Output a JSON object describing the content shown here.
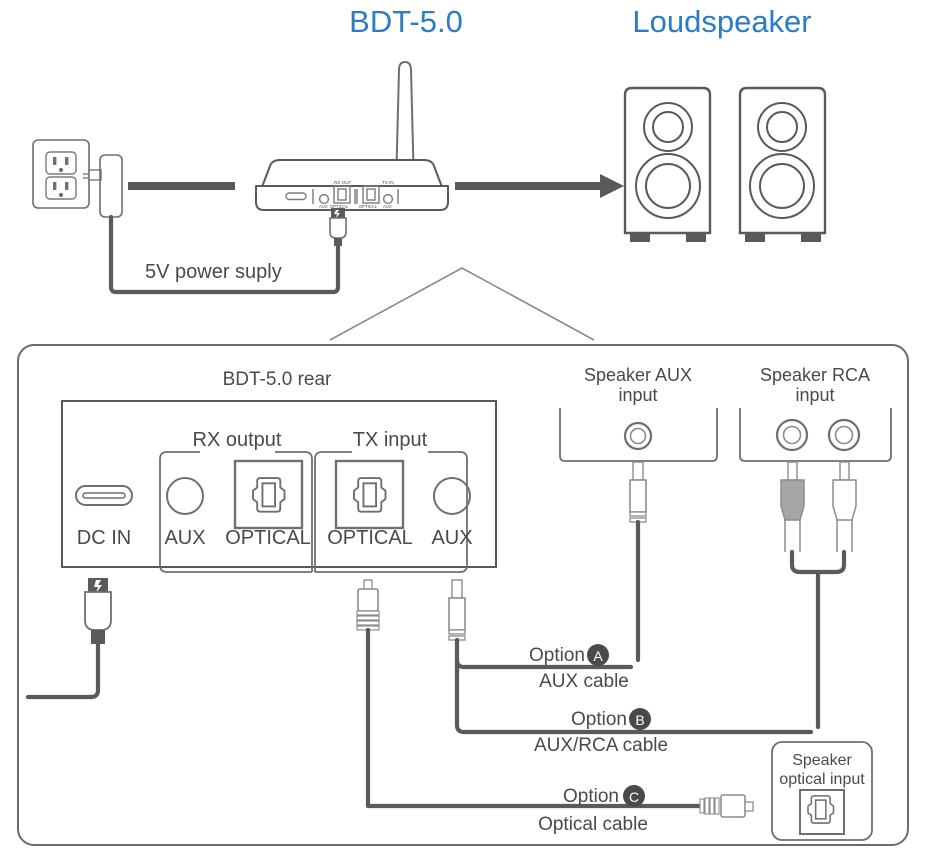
{
  "headings": {
    "device": "BDT-5.0",
    "speaker": "Loudspeaker"
  },
  "top_section": {
    "power_label": "5V power suply",
    "outlet_name": "wall-outlet",
    "adapter_name": "power-adapter"
  },
  "rear_panel": {
    "title": "BDT-5.0 rear",
    "dc_in": "DC IN",
    "rx_group": "RX output",
    "tx_group": "TX input",
    "rx_aux": "AUX",
    "rx_optical": "OPTICAL",
    "tx_optical": "OPTICAL",
    "tx_aux": "AUX"
  },
  "speaker_inputs": {
    "aux": "Speaker AUX\ninput",
    "aux_line1": "Speaker AUX",
    "aux_line2": "input",
    "rca_line1": "Speaker RCA",
    "rca_line2": "input",
    "optical_line1": "Speaker",
    "optical_line2": "optical input"
  },
  "options": [
    {
      "id": "A",
      "label": "Option",
      "badge": "A",
      "cable": "AUX cable"
    },
    {
      "id": "B",
      "label": "Option",
      "badge": "B",
      "cable": "AUX/RCA cable"
    },
    {
      "id": "C",
      "label": "Option",
      "badge": "C",
      "cable": "Optical cable"
    }
  ],
  "colors": {
    "heading_blue": "#2b7cc4",
    "line_gray": "#595959",
    "light_gray": "#a6a6a6",
    "rca_red_plug": "#a6a6a6",
    "rca_white_plug": "#ffffff",
    "background": "#ffffff"
  },
  "icons": {
    "optical_port": "toslink-optical-icon",
    "usb_c": "usb-c-icon",
    "aux_jack": "aux-jack-icon",
    "rca_jack": "rca-jack-icon",
    "bolt": "lightning-bolt-icon",
    "arrow": "arrow-right-icon"
  }
}
